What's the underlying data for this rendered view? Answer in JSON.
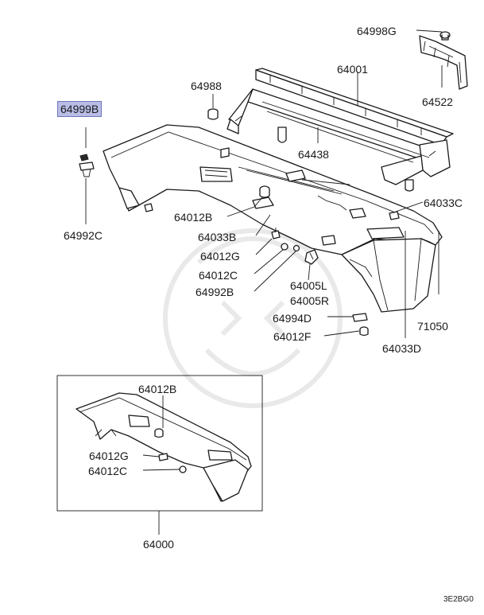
{
  "diagram": {
    "labels": {
      "p64998G": "64998G",
      "p64001": "64001",
      "p64988": "64988",
      "p64999B": "64999B",
      "p64522": "64522",
      "p64438": "64438",
      "p64033C": "64033C",
      "p64992C": "64992C",
      "p64012B_top": "64012B",
      "p64033B": "64033B",
      "p64012G_top": "64012G",
      "p64012C_top": "64012C",
      "p64992B": "64992B",
      "p64005L": "64005L",
      "p64005R": "64005R",
      "p64994D": "64994D",
      "p64012F": "64012F",
      "p71050": "71050",
      "p64033D": "64033D",
      "p64012B_box": "64012B",
      "p64012G_box": "64012G",
      "p64012C_box": "64012C",
      "p64000": "64000"
    },
    "highlighted_part": "64999B",
    "drawing_code": "3E2BG0",
    "highlight_color": "#b9bde6"
  }
}
